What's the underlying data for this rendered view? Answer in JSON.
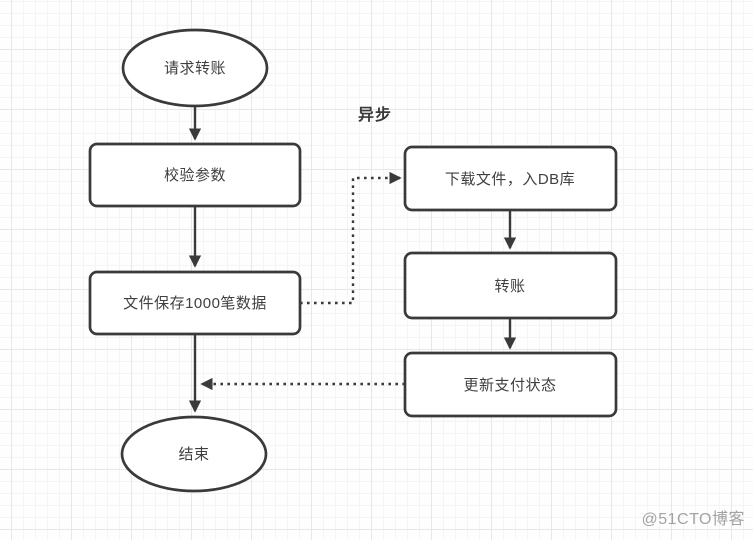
{
  "diagram": {
    "async_label": "异步",
    "nodes": [
      {
        "id": "start",
        "shape": "ellipse",
        "label": "请求转账"
      },
      {
        "id": "validate-params",
        "shape": "rect",
        "label": "校验参数"
      },
      {
        "id": "save-file",
        "shape": "rect",
        "label": "文件保存1000笔数据"
      },
      {
        "id": "end",
        "shape": "ellipse",
        "label": "结束"
      },
      {
        "id": "download-file",
        "shape": "rect",
        "label": "下载文件，入DB库"
      },
      {
        "id": "transfer",
        "shape": "rect",
        "label": "转账"
      },
      {
        "id": "update-status",
        "shape": "rect",
        "label": "更新支付状态"
      }
    ],
    "edges": [
      {
        "from": "start",
        "to": "validate-params",
        "style": "solid"
      },
      {
        "from": "validate-params",
        "to": "save-file",
        "style": "solid"
      },
      {
        "from": "save-file",
        "to": "end",
        "style": "solid"
      },
      {
        "from": "save-file",
        "to": "download-file",
        "style": "dotted"
      },
      {
        "from": "download-file",
        "to": "transfer",
        "style": "solid"
      },
      {
        "from": "transfer",
        "to": "update-status",
        "style": "solid"
      },
      {
        "from": "update-status",
        "to": "main-flow-line",
        "style": "dotted"
      }
    ]
  },
  "watermark": "@51CTO博客",
  "colors": {
    "stroke": "#3a3a3a",
    "node_fill": "#ffffff",
    "text": "#3f3f3f",
    "grid_minor": "#f4f4f4",
    "grid_major": "#e7e7e7",
    "watermark": "#a3a3a3",
    "background": "#fefefe"
  }
}
